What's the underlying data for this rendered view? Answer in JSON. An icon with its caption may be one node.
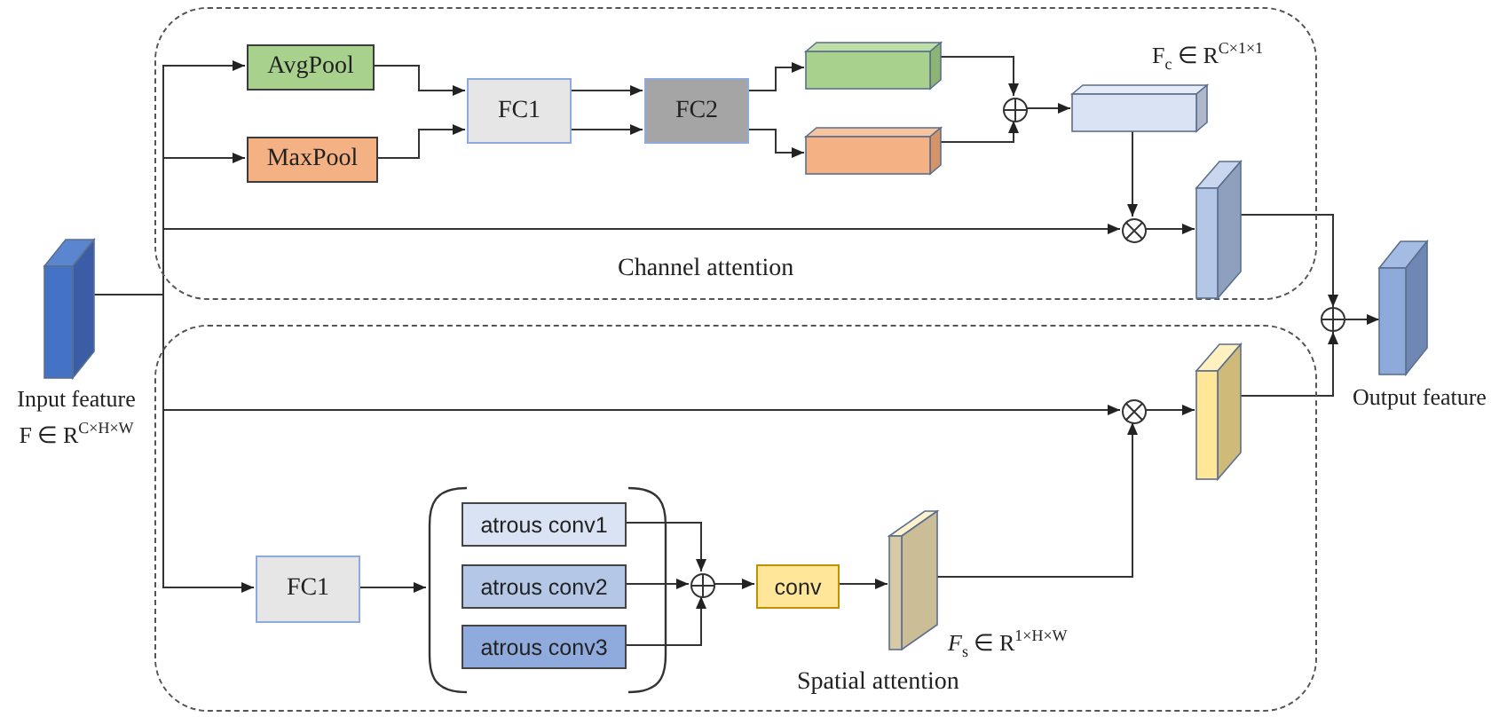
{
  "diagram": {
    "nodes": [
      {
        "text": [
          "Channel attention"
        ]
      },
      {
        "text": [
          "AvgPool"
        ],
        "in": 0
      },
      {
        "text": [
          "MaxPool"
        ],
        "in": 0
      },
      {
        "text": [
          "FC1"
        ],
        "in": 0
      },
      {
        "text": [
          "FC2"
        ],
        "in": 0
      },
      {
        "text": [],
        "shape": "bar",
        "in": 0
      },
      {
        "text": [],
        "shape": "bar",
        "in": 0
      },
      {
        "text": [],
        "shape": "plus",
        "in": 0
      },
      {
        "text": [],
        "shape": "bar",
        "in": 0,
        "beside": [
          "F$_{c}$ ∈ R$^{C×1×1}$"
        ]
      },
      {
        "text": [],
        "shape": "cross",
        "in": 0
      },
      {
        "text": [],
        "shape": "box",
        "in": 0
      },
      {
        "text": [],
        "shape": "box",
        "beside": [
          "Input feature",
          "F ∈ R$^{C×H×W}$"
        ]
      },
      {
        "text": [],
        "shape": "plus"
      },
      {
        "text": [],
        "shape": "box",
        "beside": [
          "Output feature"
        ]
      },
      {
        "text": [
          "Spatial attention"
        ]
      },
      {
        "text": [],
        "shape": "cross",
        "in": 14
      },
      {
        "text": [],
        "shape": "box",
        "in": 14
      },
      {
        "text": [
          "FC1"
        ],
        "in": 14
      },
      {
        "text": [],
        "shape": "bracket",
        "in": 14
      },
      {
        "text": [
          "atrous conv1"
        ],
        "in": 18
      },
      {
        "text": [
          "atrous conv2"
        ],
        "in": 18
      },
      {
        "text": [
          "atrous conv3"
        ],
        "in": 18
      },
      {
        "text": [],
        "shape": "plus",
        "in": 14
      },
      {
        "text": [
          "conv"
        ],
        "in": 14
      },
      {
        "text": [],
        "shape": "box",
        "in": 14,
        "beside": [
          "*F*$_{s}$ ∈ R$^{1×H×W}$"
        ]
      }
    ],
    "edges": [
      {
        "from": 11,
        "to": 1,
        "arrow": "to"
      },
      {
        "from": 11,
        "to": 2,
        "arrow": "to"
      },
      {
        "from": 11,
        "to": 9,
        "arrow": "to"
      },
      {
        "from": 11,
        "to": 15,
        "arrow": "to"
      },
      {
        "from": 11,
        "to": 17,
        "arrow": "to"
      },
      {
        "from": 1,
        "to": 3,
        "arrow": "to"
      },
      {
        "from": 2,
        "to": 3,
        "arrow": "to"
      },
      {
        "from": 3,
        "to": 4,
        "arrow": "to"
      },
      {
        "from": 3,
        "to": 4,
        "arrow": "to"
      },
      {
        "from": 4,
        "to": 5,
        "arrow": "to"
      },
      {
        "from": 4,
        "to": 6,
        "arrow": "to"
      },
      {
        "from": 5,
        "to": 7,
        "arrow": "to"
      },
      {
        "from": 6,
        "to": 7,
        "arrow": "to"
      },
      {
        "from": 7,
        "to": 8,
        "arrow": "to"
      },
      {
        "from": 8,
        "to": 9,
        "arrow": "to"
      },
      {
        "from": 9,
        "to": 10,
        "arrow": "to"
      },
      {
        "from": 10,
        "to": 12,
        "arrow": "to"
      },
      {
        "from": 16,
        "to": 12,
        "arrow": "to"
      },
      {
        "from": 12,
        "to": 13,
        "arrow": "to"
      },
      {
        "from": 15,
        "to": 16,
        "arrow": "to"
      },
      {
        "from": 17,
        "to": 18,
        "arrow": "to"
      },
      {
        "from": 19,
        "to": 22,
        "arrow": "to"
      },
      {
        "from": 20,
        "to": 22,
        "arrow": "to"
      },
      {
        "from": 21,
        "to": 22,
        "arrow": "to"
      },
      {
        "from": 22,
        "to": 23,
        "arrow": "to"
      },
      {
        "from": 23,
        "to": 24,
        "arrow": "to"
      },
      {
        "from": 24,
        "to": 15,
        "arrow": "to"
      }
    ]
  }
}
